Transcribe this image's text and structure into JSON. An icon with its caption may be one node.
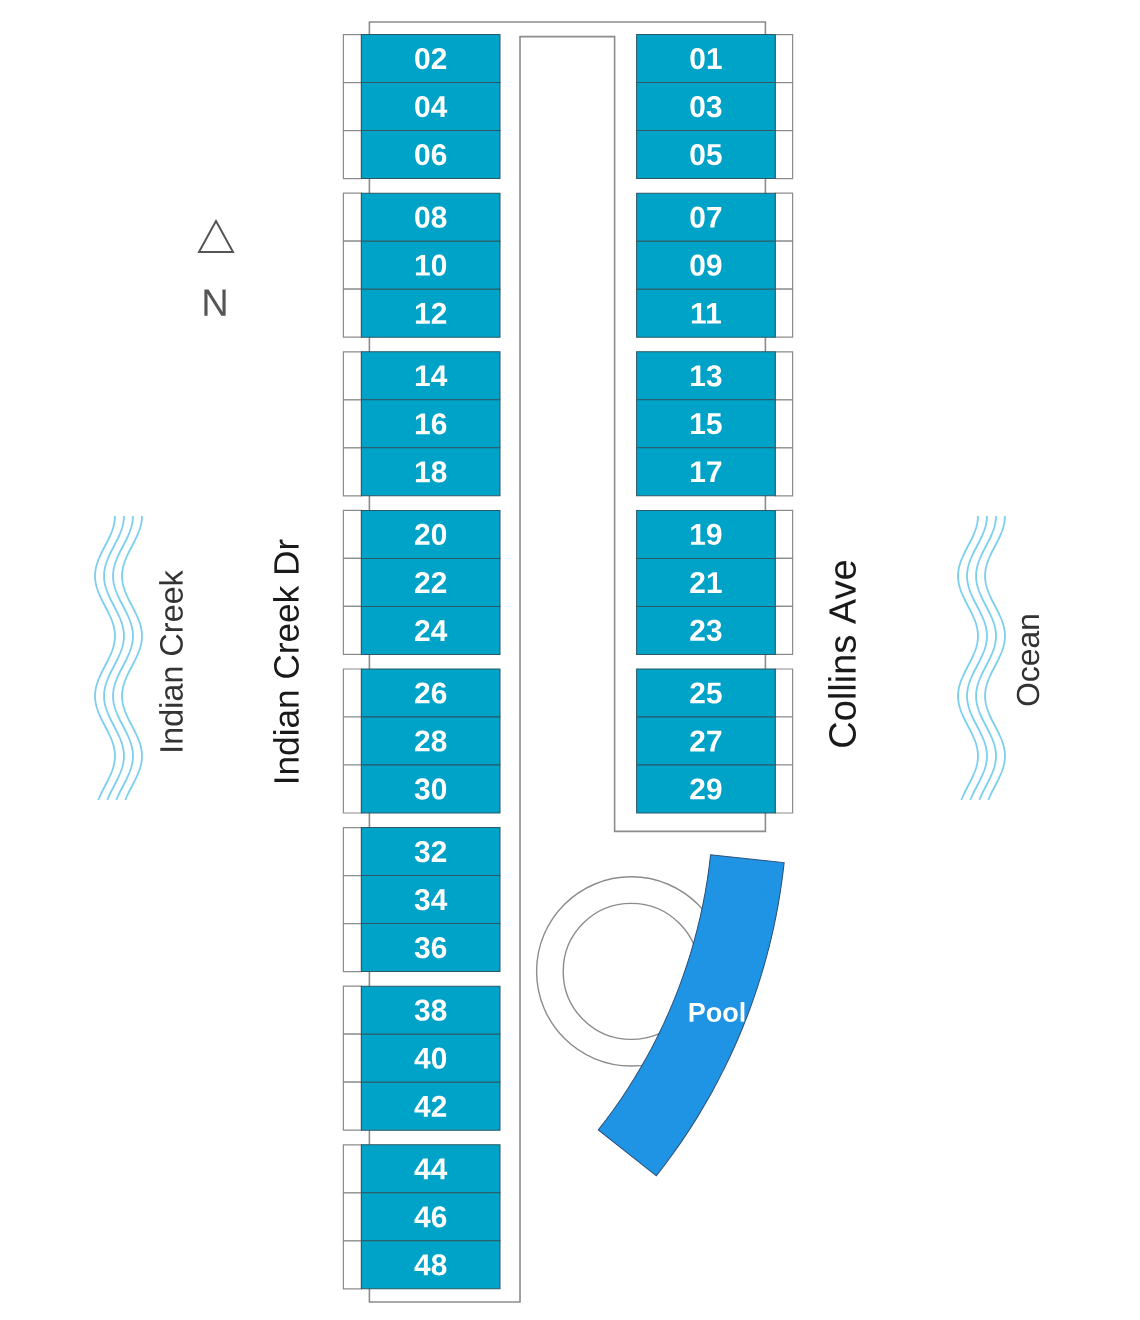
{
  "diagram": {
    "nodes": [
      {
        "text": [
          "02"
        ]
      },
      {
        "text": [
          "01"
        ]
      },
      {
        "text": [
          "04"
        ]
      },
      {
        "text": [
          "03"
        ]
      },
      {
        "text": [
          "06"
        ]
      },
      {
        "text": [
          "05"
        ]
      },
      {
        "text": [
          "08"
        ]
      },
      {
        "text": [
          "07"
        ]
      },
      {
        "text": [
          "10"
        ]
      },
      {
        "text": [
          "09"
        ]
      },
      {
        "text": [
          "12"
        ]
      },
      {
        "text": [
          "11"
        ]
      },
      {
        "text": [
          "14"
        ]
      },
      {
        "text": [
          "13"
        ]
      },
      {
        "text": [
          "16"
        ]
      },
      {
        "text": [
          "15"
        ]
      },
      {
        "text": [
          "18"
        ]
      },
      {
        "text": [
          "17"
        ]
      },
      {
        "text": [
          "20"
        ]
      },
      {
        "text": [
          "19"
        ]
      },
      {
        "text": [
          "22"
        ]
      },
      {
        "text": [
          "21"
        ]
      },
      {
        "text": [
          "24"
        ]
      },
      {
        "text": [
          "23"
        ]
      },
      {
        "text": [
          "26"
        ]
      },
      {
        "text": [
          "25"
        ]
      },
      {
        "text": [
          "28"
        ]
      },
      {
        "text": [
          "27"
        ]
      },
      {
        "text": [
          "30"
        ]
      },
      {
        "text": [
          "29"
        ]
      },
      {
        "text": [
          "32"
        ]
      },
      {
        "text": [
          "34"
        ]
      },
      {
        "text": [
          "36"
        ]
      },
      {
        "text": [
          "38"
        ]
      },
      {
        "text": [
          "40"
        ]
      },
      {
        "text": [
          "42"
        ]
      },
      {
        "text": [
          "44"
        ]
      },
      {
        "text": [
          "46"
        ]
      },
      {
        "text": [
          "48"
        ]
      },
      {
        "text": [
          "Pool"
        ]
      }
    ],
    "labels": [
      "N",
      "Indian Creek",
      "Indian Creek Dr",
      "Collins Ave",
      "Ocean"
    ]
  }
}
